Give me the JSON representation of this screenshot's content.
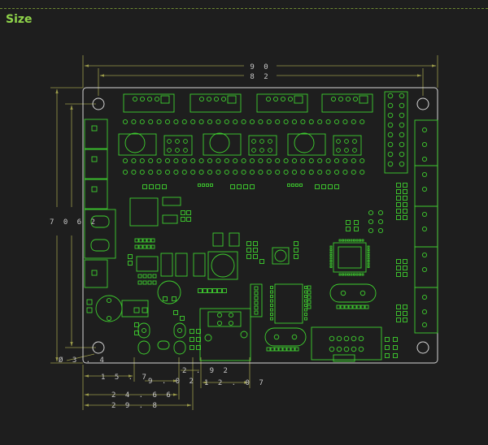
{
  "header": {
    "title": "Size"
  },
  "colors": {
    "background": "#1e1e1e",
    "title": "#8fd44a",
    "board_outline": "#d7d7d7",
    "component": "#3fd12f",
    "dimension_line": "#9b9b4a",
    "dimension_text": "#c9c9c9"
  },
  "dimensions": {
    "overall_width": "9 0",
    "hole_spacing_x": "8 2",
    "overall_height": "7 0 6 2",
    "hole_diameter": "Ø 3 . 4",
    "offset_15_7": "1 5 . 7",
    "offset_9_02": "9 . 0 2",
    "offset_2_92": "2 . 9 2",
    "offset_12_07": "1 2 . 0 7",
    "offset_24_66": "2 4 . 6 6",
    "offset_29_8": "2 9 . 8"
  }
}
